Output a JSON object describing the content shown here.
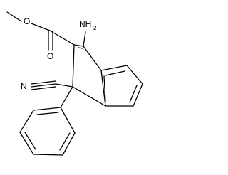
{
  "labels": {
    "methoxy_oxygen": "O",
    "carbonyl_oxygen": "O",
    "amino": "NH",
    "amino_subscript": "2",
    "nitrile_nitrogen": "N"
  }
}
